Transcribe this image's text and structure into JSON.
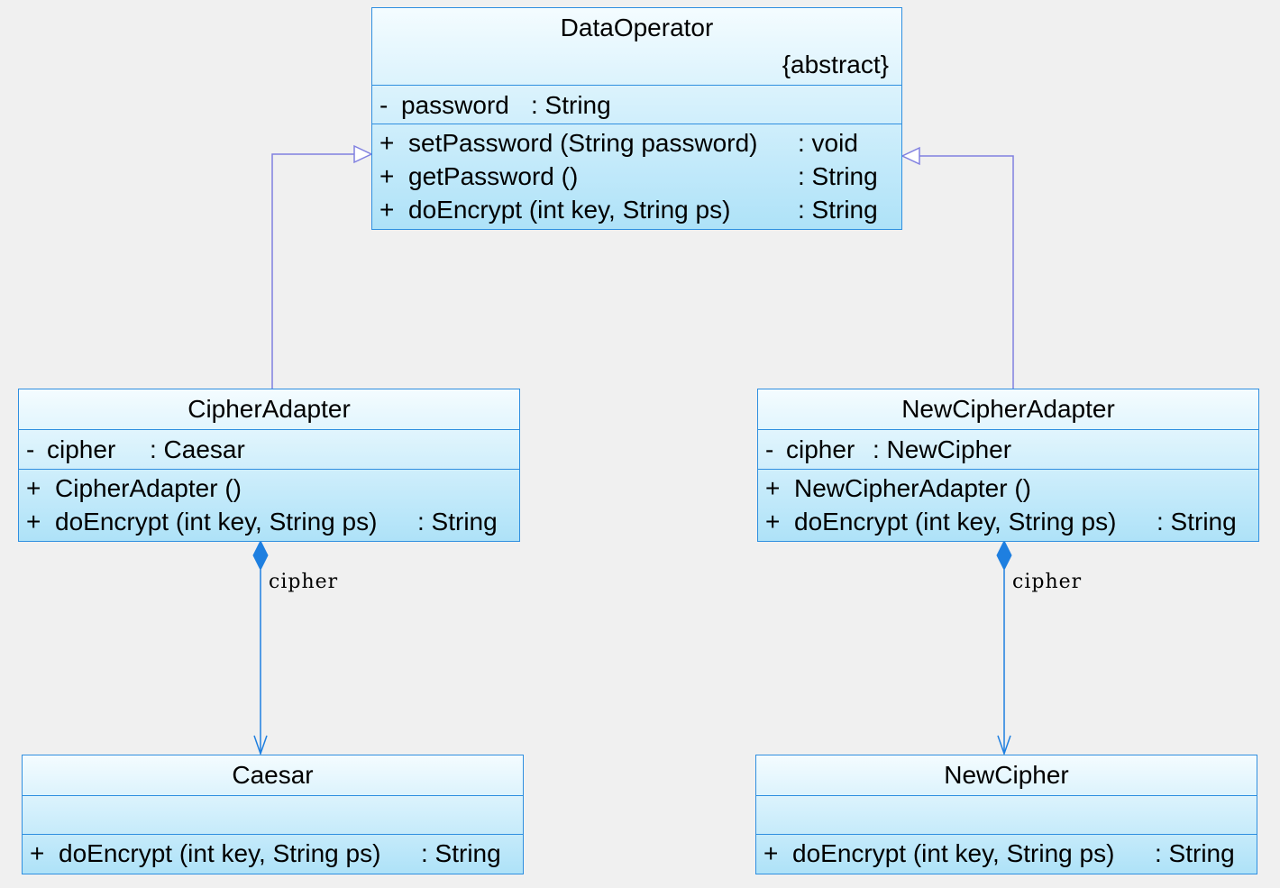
{
  "classes": {
    "data_operator": {
      "name": "DataOperator",
      "stereotype": "{abstract}",
      "attributes": [
        {
          "vis": "-",
          "sig": "password",
          "type": ": String"
        }
      ],
      "operations": [
        {
          "vis": "+",
          "sig": "setPassword (String password)",
          "type": ": void"
        },
        {
          "vis": "+",
          "sig": "getPassword ()",
          "type": ": String"
        },
        {
          "vis": "+",
          "sig": "doEncrypt (int key, String ps)",
          "type": ": String"
        }
      ]
    },
    "cipher_adapter": {
      "name": "CipherAdapter",
      "attributes": [
        {
          "vis": "-",
          "sig": "cipher",
          "type": ": Caesar"
        }
      ],
      "operations": [
        {
          "vis": "+",
          "sig": "CipherAdapter ()",
          "type": ""
        },
        {
          "vis": "+",
          "sig": "doEncrypt (int key, String ps)",
          "type": ": String"
        }
      ]
    },
    "new_cipher_adapter": {
      "name": "NewCipherAdapter",
      "attributes": [
        {
          "vis": "-",
          "sig": "cipher",
          "type": ": NewCipher"
        }
      ],
      "operations": [
        {
          "vis": "+",
          "sig": "NewCipherAdapter ()",
          "type": ""
        },
        {
          "vis": "+",
          "sig": "doEncrypt (int key, String ps)",
          "type": ": String"
        }
      ]
    },
    "caesar": {
      "name": "Caesar",
      "operations": [
        {
          "vis": "+",
          "sig": "doEncrypt (int key, String ps)",
          "type": ": String"
        }
      ]
    },
    "new_cipher": {
      "name": "NewCipher",
      "operations": [
        {
          "vis": "+",
          "sig": "doEncrypt (int key, String ps)",
          "type": ": String"
        }
      ]
    }
  },
  "relations": {
    "left_role": "cipher",
    "right_role": "cipher"
  },
  "colors": {
    "border": "#2f8fe0",
    "generalization_line": "#8080e0",
    "composition_line": "#1e7fe0"
  }
}
